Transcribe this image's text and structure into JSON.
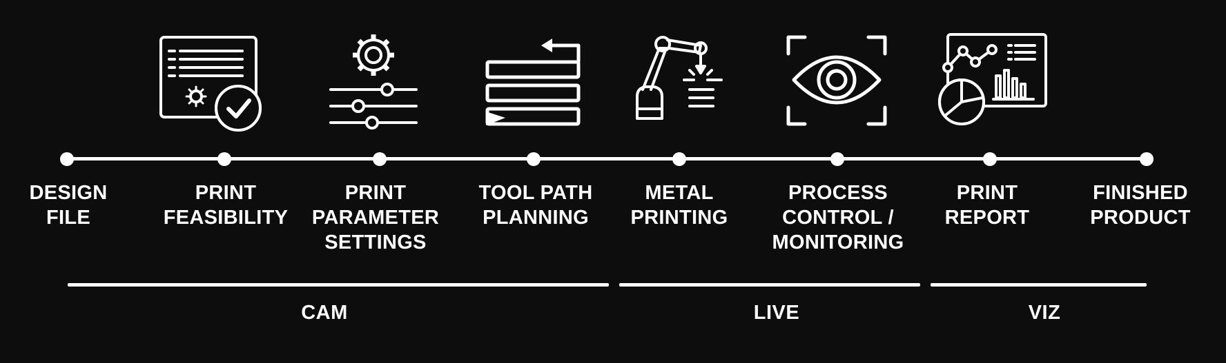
{
  "steps": [
    {
      "label": "DESIGN\nFILE",
      "icon": null
    },
    {
      "label": "PRINT\nFEASIBILITY",
      "icon": "document-check-icon"
    },
    {
      "label": "PRINT\nPARAMETER\nSETTINGS",
      "icon": "gear-sliders-icon"
    },
    {
      "label": "TOOL PATH\nPLANNING",
      "icon": "toolpath-icon"
    },
    {
      "label": "METAL\nPRINTING",
      "icon": "robot-arm-icon"
    },
    {
      "label": "PROCESS\nCONTROL /\nMONITORING",
      "icon": "eye-monitor-icon"
    },
    {
      "label": "PRINT\nREPORT",
      "icon": "report-dashboard-icon"
    },
    {
      "label": "FINISHED\nPRODUCT",
      "icon": null
    }
  ],
  "phases": [
    {
      "label": "CAM"
    },
    {
      "label": "LIVE"
    },
    {
      "label": "VIZ"
    }
  ],
  "colors": {
    "background": "#0d0d0d",
    "foreground": "#ffffff"
  }
}
